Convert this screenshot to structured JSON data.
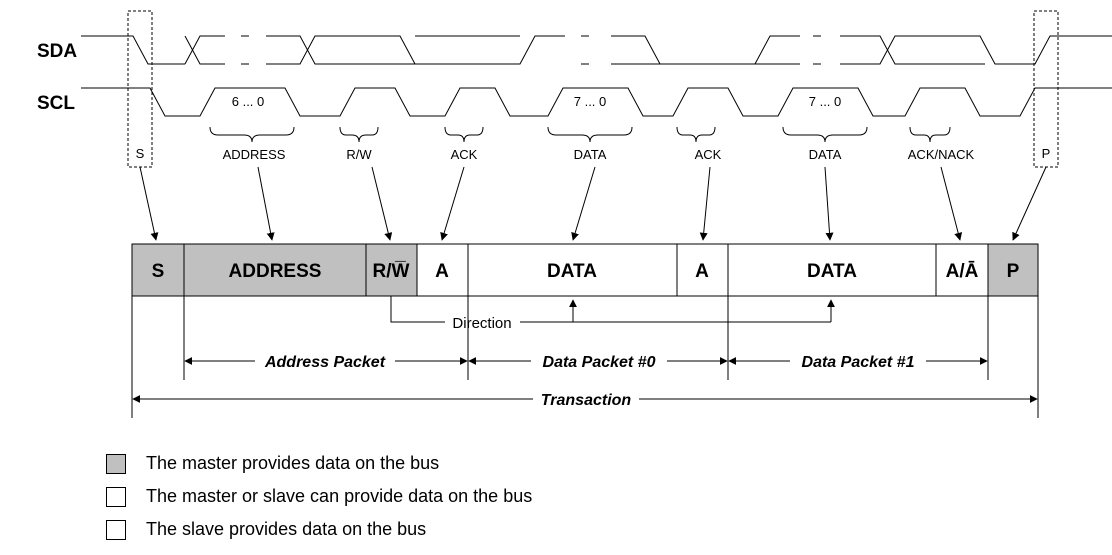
{
  "colors": {
    "master": "#c0c0c0",
    "shared": "#ffffff",
    "slave": "#ffffff"
  },
  "signals": {
    "sda": "SDA",
    "scl": "SCL"
  },
  "markers": {
    "start": "S",
    "stop": "P"
  },
  "bit_ranges": [
    "6 ... 0",
    "7 ... 0",
    "7 ... 0"
  ],
  "bit_groups": [
    "ADDRESS",
    "R/W",
    "ACK",
    "DATA",
    "ACK",
    "DATA",
    "ACK/NACK"
  ],
  "frame_fields": [
    {
      "label": "S",
      "owner": "master"
    },
    {
      "label": "ADDRESS",
      "owner": "master"
    },
    {
      "label": "R/W̅",
      "owner": "master"
    },
    {
      "label": "A",
      "owner": "slave"
    },
    {
      "label": "DATA",
      "owner": "shared"
    },
    {
      "label": "A",
      "owner": "shared"
    },
    {
      "label": "DATA",
      "owner": "shared"
    },
    {
      "label": "A/Ā",
      "owner": "shared"
    },
    {
      "label": "P",
      "owner": "master"
    }
  ],
  "direction_label": "Direction",
  "spans": {
    "address_packet": "Address Packet",
    "data_packet_0": "Data Packet #0",
    "data_packet_1": "Data Packet #1",
    "transaction": "Transaction"
  },
  "legend": [
    {
      "text": "The master provides data on the bus",
      "owner": "master"
    },
    {
      "text": "The master or slave can provide data on the bus",
      "owner": "shared"
    },
    {
      "text": "The slave provides data on the bus",
      "owner": "slave"
    }
  ]
}
